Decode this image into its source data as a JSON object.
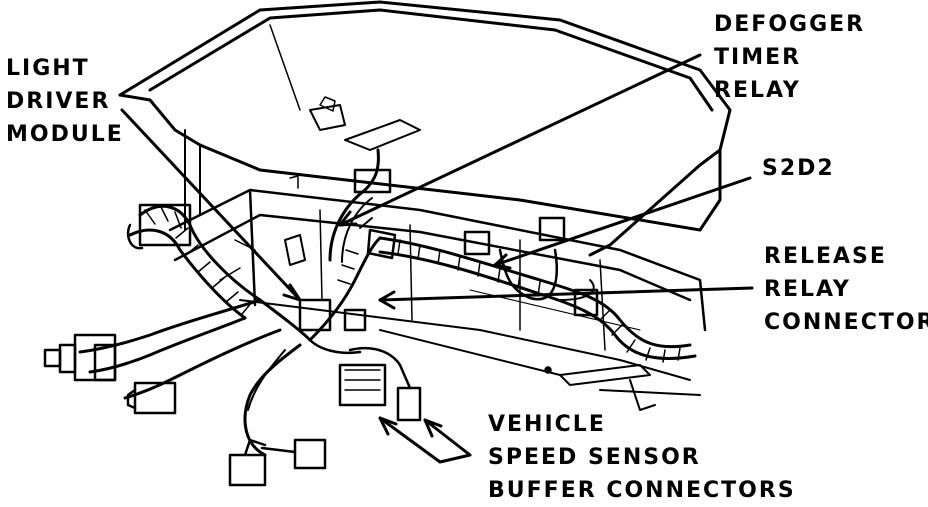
{
  "labels": {
    "light_driver_module": [
      "LIGHT",
      "DRIVER",
      "MODULE"
    ],
    "defogger_timer_relay": [
      "DEFOGGER",
      "TIMER",
      "RELAY"
    ],
    "s2d2": [
      "S2D2"
    ],
    "release_relay_connector": [
      "RELEASE",
      "RELAY",
      "CONNECTOR"
    ],
    "vehicle_speed_sensor": [
      "VEHICLE",
      "SPEED SENSOR",
      "BUFFER CONNECTORS"
    ]
  },
  "colors": {
    "ink": "#000000",
    "paper": "#ffffff"
  }
}
